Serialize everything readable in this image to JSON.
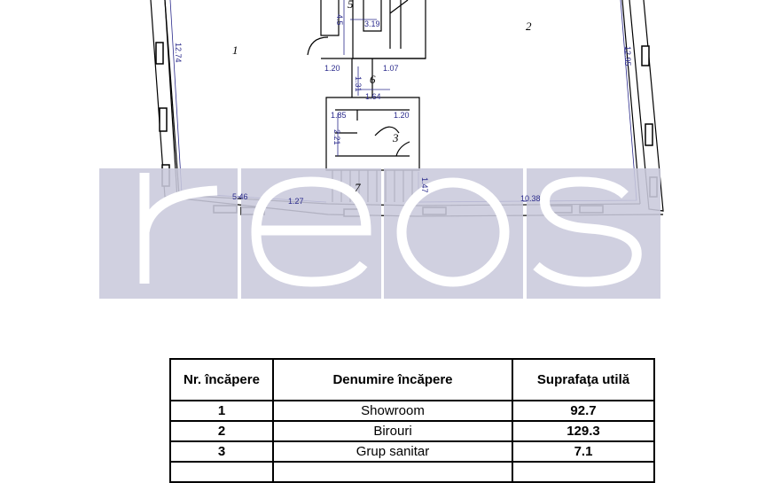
{
  "plan": {
    "room_numbers": [
      "1",
      "2",
      "3",
      "5",
      "6",
      "7"
    ],
    "dimensions": [
      "12.74",
      "12.95",
      "4.5",
      "3.19",
      "1.20",
      "1.07",
      "1.31",
      "1.64",
      "1.85",
      "1.20",
      "2.21",
      "1.47",
      "5.46",
      "1.27",
      "10.38"
    ],
    "watermark": "reos",
    "watermark_color": "#c9c9dc",
    "dimension_color": "#2b2b8c"
  },
  "table": {
    "headers": [
      "Nr. încăpere",
      "Denumire încăpere",
      "Suprafaţa utilă"
    ],
    "rows": [
      {
        "nr": "1",
        "name": "Showroom",
        "area": "92.7"
      },
      {
        "nr": "2",
        "name": "Birouri",
        "area": "129.3"
      },
      {
        "nr": "3",
        "name": "Grup sanitar",
        "area": "7.1"
      }
    ]
  }
}
